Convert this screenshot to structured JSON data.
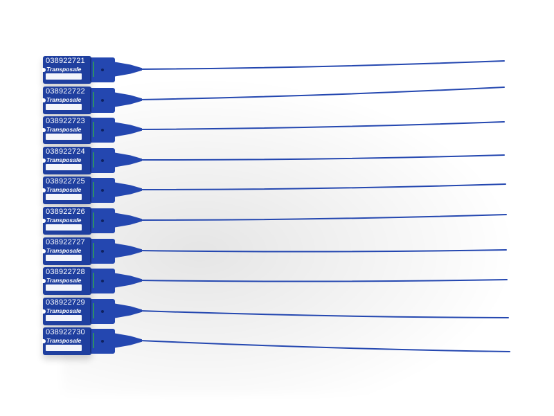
{
  "seals": [
    {
      "number": "038922721",
      "brand": "Transposafe"
    },
    {
      "number": "038922722",
      "brand": "Transposafe"
    },
    {
      "number": "038922723",
      "brand": "Transposafe"
    },
    {
      "number": "038922724",
      "brand": "Transposafe"
    },
    {
      "number": "038922725",
      "brand": "Transposafe"
    },
    {
      "number": "038922726",
      "brand": "Transposafe"
    },
    {
      "number": "038922727",
      "brand": "Transposafe"
    },
    {
      "number": "038922728",
      "brand": "Transposafe"
    },
    {
      "number": "038922729",
      "brand": "Transposafe"
    },
    {
      "number": "038922730",
      "brand": "Transposafe"
    }
  ],
  "colors": {
    "seal_blue": "#1f3f9f",
    "strap_blue": "#2447b0",
    "label_box": "#f3f5fb",
    "background": "#ffffff"
  }
}
